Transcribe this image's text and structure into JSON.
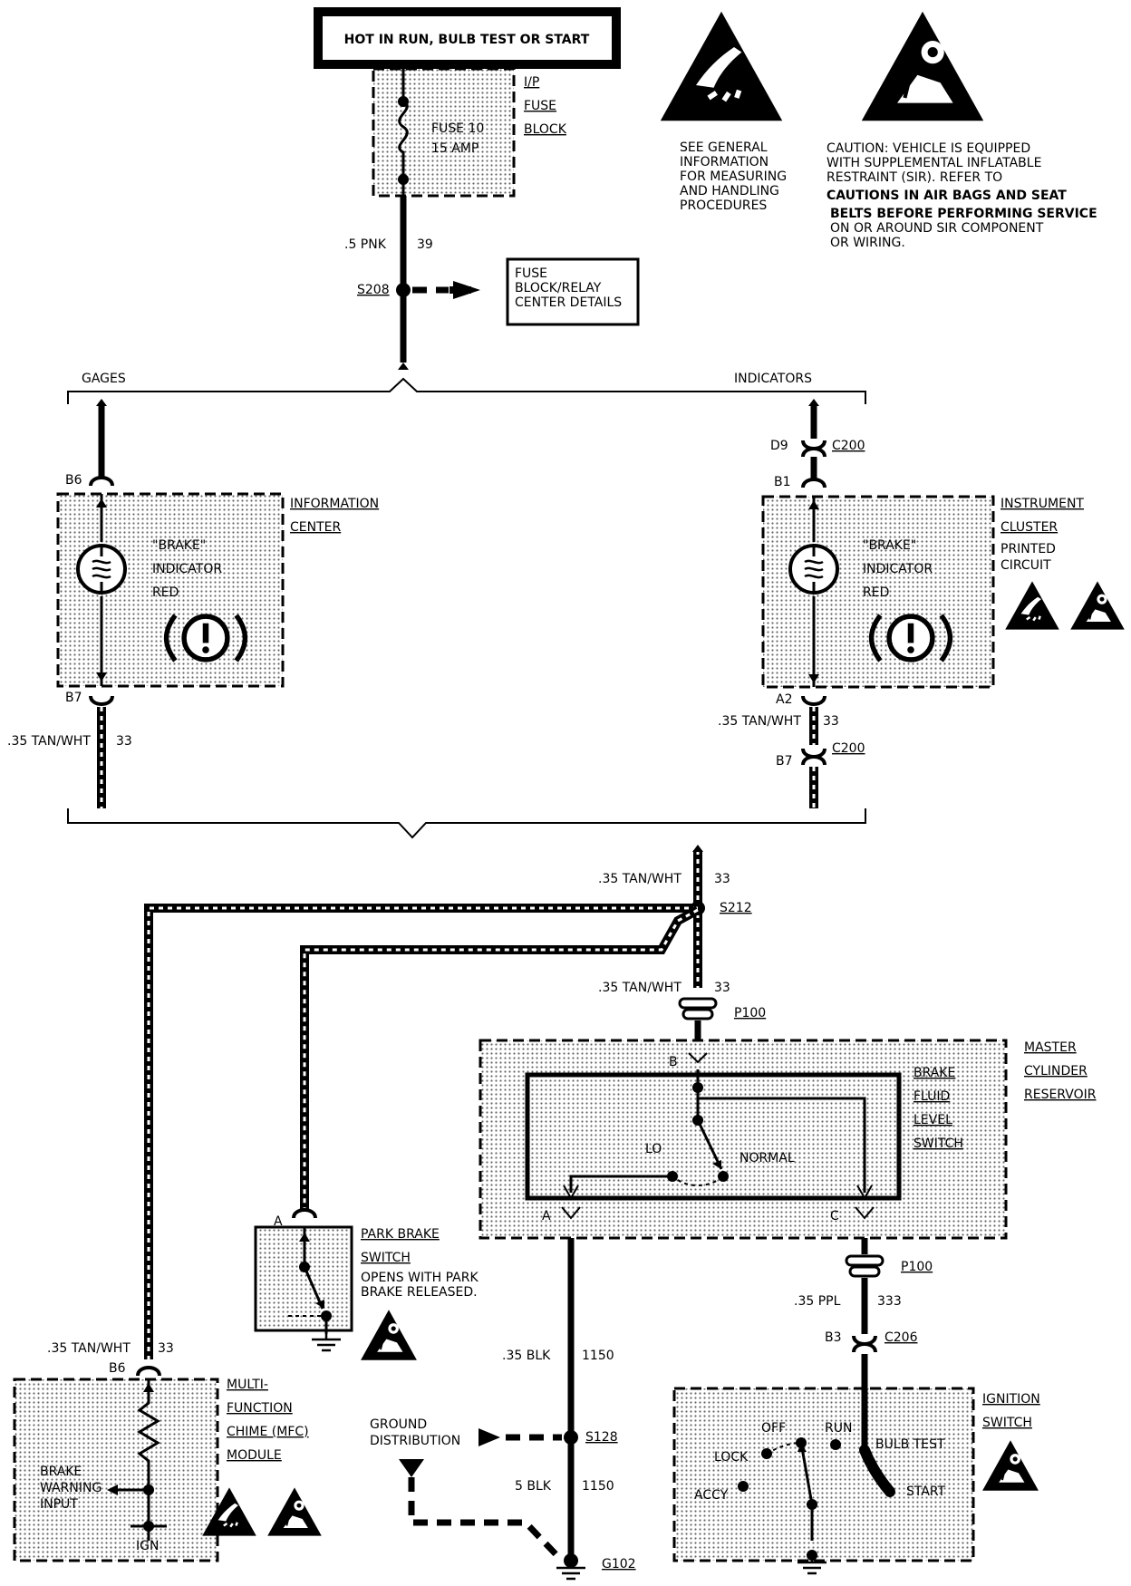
{
  "power": {
    "title": "HOT IN RUN, BULB TEST OR START"
  },
  "fuse_block": {
    "label": [
      "I/P",
      "FUSE",
      "BLOCK"
    ],
    "fuse": [
      "FUSE 10",
      "15 AMP"
    ]
  },
  "notes": {
    "esd": [
      "SEE GENERAL",
      "INFORMATION",
      "FOR MEASURING",
      "AND HANDLING",
      "PROCEDURES"
    ],
    "sir": [
      "CAUTION: VEHICLE IS EQUIPPED",
      "WITH SUPPLEMENTAL INFLATABLE",
      "RESTRAINT (SIR). REFER TO",
      "CAUTIONS IN AIR BAGS AND SEAT",
      "BELTS BEFORE PERFORMING SERVICE",
      "ON OR AROUND SIR COMPONENT",
      "OR WIRING."
    ]
  },
  "wire_pnk": {
    "gauge": ".5 PNK",
    "circuit": "39"
  },
  "splice_s208": "S208",
  "fuse_details": [
    "FUSE",
    "BLOCK/RELAY",
    "CENTER DETAILS"
  ],
  "branches": {
    "left": "GAGES",
    "right": "INDICATORS"
  },
  "info_center": {
    "pin_top": "B6",
    "pin_bottom": "B7",
    "label": [
      "INFORMATION",
      "CENTER"
    ],
    "bulb": [
      "\"BRAKE\"",
      "INDICATOR",
      "RED"
    ]
  },
  "cluster": {
    "pin_d9": "D9",
    "conn_top": "C200",
    "pin_top": "B1",
    "pin_bottom": "A2",
    "pin_b7": "B7",
    "conn_bottom": "C200",
    "label": [
      "INSTRUMENT",
      "CLUSTER",
      "PRINTED",
      "CIRCUIT"
    ],
    "bulb": [
      "\"BRAKE\"",
      "INDICATOR",
      "RED"
    ]
  },
  "tanwht": {
    "gauge": ".35 TAN/WHT",
    "circuit": "33"
  },
  "splice_s212": "S212",
  "p100": "P100",
  "master_cylinder": {
    "label": [
      "MASTER",
      "CYLINDER",
      "RESERVOIR"
    ],
    "switch_label": [
      "BRAKE",
      "FLUID",
      "LEVEL",
      "SWITCH"
    ],
    "lo": "LO",
    "normal": "NORMAL",
    "pins": [
      "B",
      "A",
      "C"
    ]
  },
  "park_brake": {
    "pin": "A",
    "label": [
      "PARK BRAKE",
      "SWITCH"
    ],
    "note": [
      "OPENS WITH PARK",
      "BRAKE RELEASED."
    ]
  },
  "mfc": {
    "pin": "B6",
    "label": [
      "MULTI-",
      "FUNCTION",
      "CHIME (MFC)",
      "MODULE"
    ],
    "input": [
      "BRAKE",
      "WARNING",
      "INPUT"
    ],
    "ign": "IGN"
  },
  "wire_blk1": {
    "gauge": ".35 BLK",
    "circuit": "1150"
  },
  "wire_blk2": {
    "gauge": "5 BLK",
    "circuit": "1150"
  },
  "ground_dist": [
    "GROUND",
    "DISTRIBUTION"
  ],
  "splice_s128": "S128",
  "ground_g102": "G102",
  "wire_ppl": {
    "gauge": ".35 PPL",
    "circuit": "333"
  },
  "c206": {
    "pin": "B3",
    "conn": "C206"
  },
  "ignition": {
    "label": [
      "IGNITION",
      "SWITCH"
    ],
    "positions": {
      "off": "OFF",
      "run": "RUN",
      "bulb": "BULB TEST",
      "lock": "LOCK",
      "accy": "ACCY",
      "start": "START"
    }
  },
  "icons": {
    "esd": "esd-warning-icon",
    "sir": "airbag-warning-icon",
    "brake": "brake-warning-symbol-icon"
  }
}
